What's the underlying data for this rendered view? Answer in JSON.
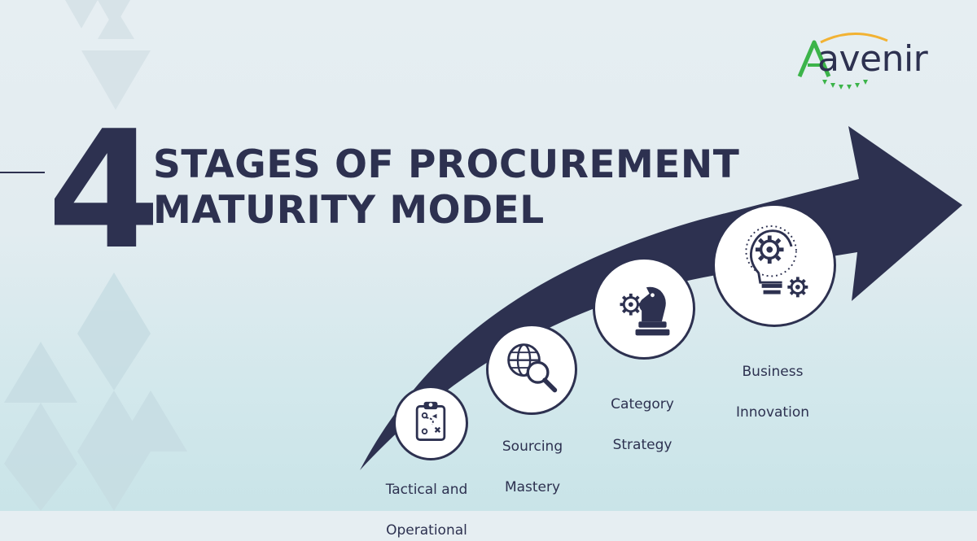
{
  "brand": {
    "logo_text": "avenir",
    "logo_mark": "A",
    "accent_green": "#3cb44a",
    "accent_yellow": "#f2b233",
    "navy": "#2d3150"
  },
  "headline": {
    "number": "4",
    "line1": "STAGES OF PROCUREMENT",
    "line2": "MATURITY MODEL"
  },
  "stages": [
    {
      "label_line1": "Tactical and",
      "label_line2": "Operational",
      "icon": "clipboard-strategy-icon"
    },
    {
      "label_line1": "Sourcing",
      "label_line2": "Mastery",
      "icon": "globe-search-icon"
    },
    {
      "label_line1": "Category",
      "label_line2": "Strategy",
      "icon": "chess-knight-gear-icon"
    },
    {
      "label_line1": "Business",
      "label_line2": "Innovation",
      "icon": "lightbulb-gears-icon"
    }
  ]
}
